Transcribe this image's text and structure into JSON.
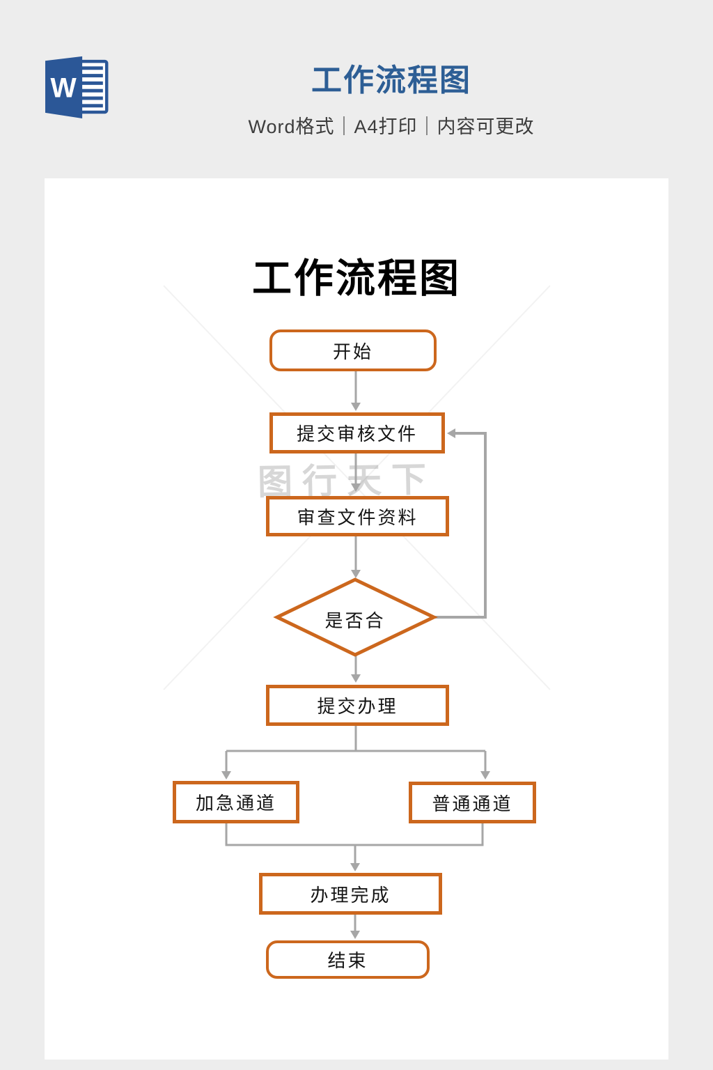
{
  "header": {
    "title": "工作流程图",
    "subtitle": "Word格式｜A4打印｜内容可更改",
    "word_icon_letter": "W"
  },
  "flow": {
    "title": "工作流程图",
    "watermark": "图行天下",
    "nodes": {
      "start": "开始",
      "submit_review": "提交审核文件",
      "review_docs": "审查文件资料",
      "decision": "是否合",
      "submit_process": "提交办理",
      "express": "加急通道",
      "normal": "普通通道",
      "complete": "办理完成",
      "end": "结束"
    }
  },
  "colors": {
    "accent_orange": "#cc671d",
    "connector_gray": "#a6a6a6",
    "banner_title_blue": "#2d5e95",
    "word_icon_blue": "#2b5797",
    "background_gray": "#ededed",
    "watermark_gray": "#d7d7d7"
  }
}
